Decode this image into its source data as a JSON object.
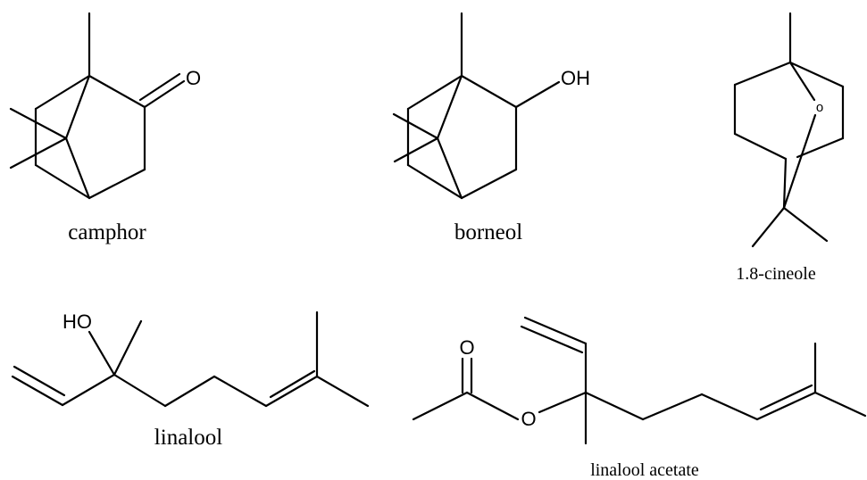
{
  "molecules": [
    {
      "name": "camphor",
      "atoms": [
        "O"
      ]
    },
    {
      "name": "borneol",
      "atoms": [
        "OH"
      ]
    },
    {
      "name": "1.8-cineole",
      "atoms": [
        "o"
      ]
    },
    {
      "name": "linalool",
      "atoms": [
        "HO"
      ]
    },
    {
      "name": "linalool acetate",
      "atoms": [
        "O",
        "O"
      ]
    }
  ]
}
